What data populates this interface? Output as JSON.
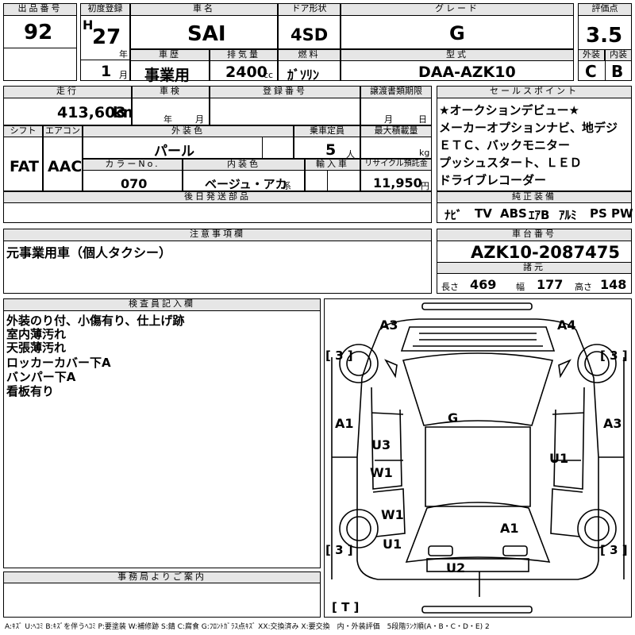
{
  "lot": {
    "label": "出品番号",
    "value": "92"
  },
  "first_reg": {
    "label": "初度登録",
    "era": "H",
    "year": "27",
    "year_unit": "年",
    "month": "1",
    "month_unit": "月"
  },
  "car_name": {
    "label": "車名",
    "value": "SAI"
  },
  "door": {
    "label": "ドア形状",
    "value": "4SD"
  },
  "grade": {
    "label": "グレード",
    "value": "G"
  },
  "score": {
    "label": "評価点",
    "value": "3.5",
    "ext_label": "外装",
    "ext_value": "C",
    "int_label": "内装",
    "int_value": "B"
  },
  "history": {
    "label": "車歴",
    "value": "事業用"
  },
  "displacement": {
    "label": "排気量",
    "value": "2400",
    "unit": "cc"
  },
  "fuel": {
    "label": "燃料",
    "value": "ｶﾞｿﾘﾝ"
  },
  "model_type": {
    "label": "型式",
    "value": "DAA-AZK10"
  },
  "mileage": {
    "label": "走行",
    "value": "413,603",
    "unit": "km"
  },
  "inspection": {
    "label": "車検",
    "year_unit": "年",
    "month_unit": "月"
  },
  "reg_number": {
    "label": "登録番号"
  },
  "transfer_deadline": {
    "label": "譲渡書類期限",
    "month_unit": "月",
    "day_unit": "日"
  },
  "shift": {
    "label": "シフト",
    "value": "FAT"
  },
  "aircon": {
    "label": "エアコン",
    "value": "AAC"
  },
  "exterior_color": {
    "label": "外装色",
    "value": "パール"
  },
  "capacity": {
    "label": "乗車定員",
    "value": "5",
    "unit": "人"
  },
  "max_load": {
    "label": "最大積載量",
    "unit": "kg"
  },
  "color_no": {
    "label": "カラーNo.",
    "value": "070"
  },
  "interior_color": {
    "label": "内装色",
    "value": "ベージュ・アカ",
    "suffix": "系"
  },
  "import": {
    "label": "輸入車"
  },
  "recycle": {
    "label": "リサイクル預託金",
    "value": "11,950",
    "unit": "円"
  },
  "later_parts": {
    "label": "後日発送部品"
  },
  "sales_points": {
    "label": "セールスポイント",
    "lines": [
      "★オークションデビュー★",
      "メーカーオプションナビ、地デジ",
      "ＥＴＣ、バックモニター",
      "プッシュスタート、ＬＥＤ",
      "ドライブレコーダー"
    ]
  },
  "equipment": {
    "label": "純正装備",
    "items": [
      "ﾅﾋﾞ",
      "TV",
      "ABS",
      "ｴｱB",
      "ｱﾙﾐ",
      "PS",
      "PW"
    ]
  },
  "caution": {
    "label": "注意事項欄",
    "text": "元事業用車（個人タクシー）"
  },
  "chassis": {
    "label": "車台番号",
    "value": "AZK10-2087475"
  },
  "specs": {
    "label": "諸元",
    "length_label": "長さ",
    "length": "469",
    "width_label": "幅",
    "width": "177",
    "height_label": "高さ",
    "height": "148"
  },
  "inspector": {
    "label": "検査員記入欄",
    "lines": [
      "外装のり付、小傷有り、仕上げ跡",
      "室内薄汚れ",
      "天張薄汚れ",
      "ロッカーカバー下A",
      "バンパー下A",
      "看板有り"
    ]
  },
  "office": {
    "label": "事務局よりご案内"
  },
  "diagram": {
    "labels": [
      "A3",
      "A4",
      "A1",
      "A3",
      "U3",
      "W1",
      "G",
      "U1",
      "W1",
      "U1",
      "A1",
      "U2"
    ],
    "tires": [
      "[ 3 ]",
      "[ 3 ]",
      "[ 3 ]",
      "[ 3 ]"
    ],
    "spare": "[ T ]"
  },
  "legend": "A:ｷｽﾞ U:ﾍｺﾐ B:ｷｽﾞを伴うﾍｺﾐ P:要塗装 W:補修跡 S:錆 C:腐食 G:ﾌﾛﾝﾄｶﾞﾗｽ点ｷｽﾞ XX:交換済み X:要交換　内・外装評価　5段階ﾗﾝｸ順(A・B・C・D・E) 2"
}
